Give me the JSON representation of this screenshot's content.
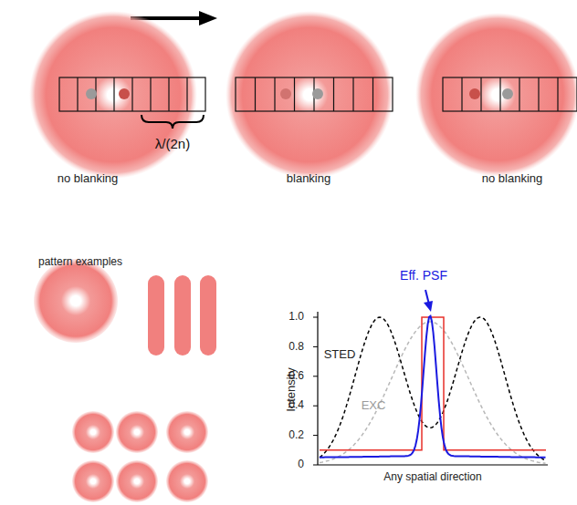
{
  "diagram": {
    "labels": [
      "λ/(2n)",
      "no blanking",
      "blanking",
      "no blanking",
      "pattern examples",
      "Eff. PSF",
      "STED",
      "EXC",
      "Intensity",
      "Any spatial direction",
      "1.0",
      "0.8",
      "0.6",
      "0.4",
      "0.2",
      "0"
    ]
  }
}
